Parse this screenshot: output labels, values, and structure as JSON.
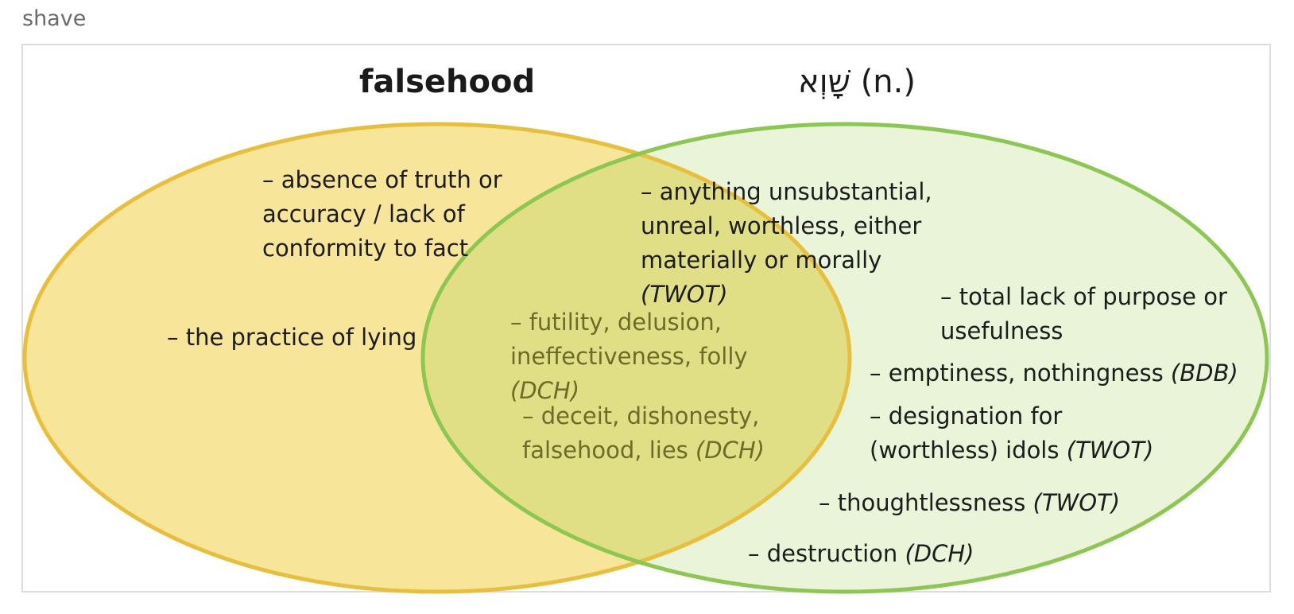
{
  "page_label": "shave",
  "colors": {
    "left_fill": "#f7e599",
    "left_stroke": "#e8bf3a",
    "right_fill": "#e9f4d8",
    "right_stroke": "#8cc751",
    "overlap_fill": "#e1df86",
    "overlap_text": "#6c6c2a"
  },
  "left": {
    "title": "falsehood",
    "notes": {
      "absence": "– absence of truth or accuracy / lack of conformity to fact",
      "practice": "– the practice of lying"
    }
  },
  "right": {
    "hebrew": "שָׁוְא",
    "pos": " (n.)",
    "notes": {
      "unsubstantial": {
        "text": "– anything unsubstantial, unreal, worthless, either materially or morally ",
        "source": "(TWOT)"
      },
      "purpose": {
        "text": "– total lack of purpose or usefulness",
        "source": ""
      },
      "emptiness": {
        "text": "– emptiness, nothingness ",
        "source": "(BDB)"
      },
      "idols": {
        "text": "– designation for (worthless) idols ",
        "source": "(TWOT)"
      },
      "thoughtlessness": {
        "text": "– thoughtlessness ",
        "source": "(TWOT)"
      },
      "destruction": {
        "text": "– destruction ",
        "source": "(DCH)"
      }
    }
  },
  "overlap": {
    "notes": {
      "futility": {
        "text": "– futility, delusion, ineffectiveness, folly ",
        "source": "(DCH)"
      },
      "deceit": {
        "text": "– deceit, dishonesty, falsehood, lies ",
        "source": "(DCH)"
      }
    }
  }
}
